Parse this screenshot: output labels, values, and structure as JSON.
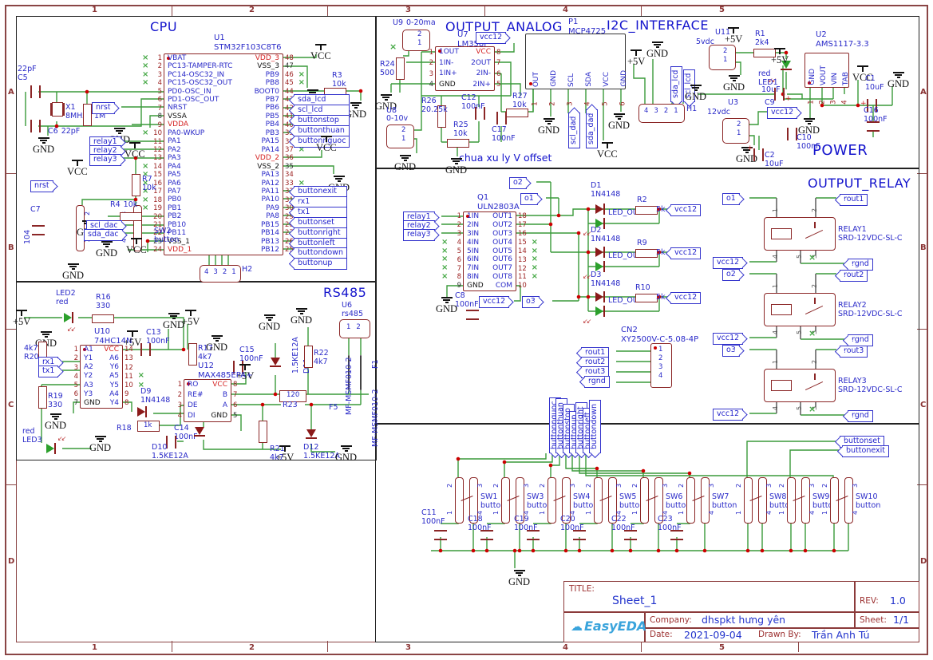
{
  "frame": {
    "cols": [
      "1",
      "2",
      "3",
      "4",
      "5"
    ],
    "rows": [
      "A",
      "B",
      "C",
      "D"
    ]
  },
  "power_labels": {
    "vcc": "VCC",
    "gnd": "GND",
    "p5v": "+5V"
  },
  "titles": {
    "cpu": "CPU",
    "rs485": "RS485",
    "analog": "OUTPUT_ANALOG",
    "i2c": "I2C_INTERFACE",
    "power": "POWER",
    "relay": "OUTPUT_RELAY",
    "note": "chua xu ly V offset"
  },
  "cpu": {
    "u1": {
      "ref": "U1",
      "part": "STM32F103C8T6",
      "left": [
        {
          "n": "1",
          "label": "VBAT",
          "nc": 1
        },
        {
          "n": "2",
          "label": "PC13-TAMPER-RTC",
          "nc": 1
        },
        {
          "n": "3",
          "label": "PC14-OSC32_IN",
          "nc": 1
        },
        {
          "n": "4",
          "label": "PC15-OSC32_OUT",
          "nc": 1
        },
        {
          "n": "5",
          "label": "PD0-OSC_IN"
        },
        {
          "n": "6",
          "label": "PD1-OSC_OUT"
        },
        {
          "n": "7",
          "label": "NRST"
        },
        {
          "n": "8",
          "label": "VSSA",
          "cls": "ck"
        },
        {
          "n": "9",
          "label": "VDDA",
          "cls": "cr"
        },
        {
          "n": "10",
          "label": "PA0-WKUP",
          "nc": 1
        },
        {
          "n": "11",
          "label": "PA1"
        },
        {
          "n": "12",
          "label": "PA2"
        },
        {
          "n": "13",
          "label": "PA3"
        },
        {
          "n": "14",
          "label": "PA4",
          "nc": 1
        },
        {
          "n": "15",
          "label": "PA5",
          "nc": 1
        },
        {
          "n": "16",
          "label": "PA6",
          "nc": 1
        },
        {
          "n": "17",
          "label": "PA7",
          "nc": 1
        },
        {
          "n": "18",
          "label": "PB0",
          "nc": 1
        },
        {
          "n": "19",
          "label": "PB1",
          "nc": 1
        },
        {
          "n": "20",
          "label": "PB2"
        },
        {
          "n": "21",
          "label": "PB10"
        },
        {
          "n": "22",
          "label": "PB11"
        },
        {
          "n": "23",
          "label": "VSS_1",
          "cls": "ck"
        },
        {
          "n": "24",
          "label": "VDD_1",
          "cls": "cr"
        }
      ],
      "right": [
        {
          "n": "48",
          "label": "VDD_3",
          "cls": "cr"
        },
        {
          "n": "47",
          "label": "VSS_3",
          "cls": "ck"
        },
        {
          "n": "46",
          "label": "PB9",
          "nc": 1
        },
        {
          "n": "45",
          "label": "PB8",
          "nc": 1
        },
        {
          "n": "44",
          "label": "BOOT0"
        },
        {
          "n": "43",
          "label": "PB7"
        },
        {
          "n": "42",
          "label": "PB6"
        },
        {
          "n": "41",
          "label": "PB5"
        },
        {
          "n": "40",
          "label": "PB4"
        },
        {
          "n": "39",
          "label": "PB3"
        },
        {
          "n": "38",
          "label": "PA15",
          "nc": 1
        },
        {
          "n": "37",
          "label": "PA14",
          "nc": 1
        },
        {
          "n": "36",
          "label": "VDD_2",
          "cls": "cr"
        },
        {
          "n": "35",
          "label": "VSS_2",
          "cls": "ck"
        },
        {
          "n": "34",
          "label": "PA13"
        },
        {
          "n": "33",
          "label": "PA12",
          "nc": 1
        },
        {
          "n": "32",
          "label": "PA11"
        },
        {
          "n": "31",
          "label": "PA10"
        },
        {
          "n": "30",
          "label": "PA9"
        },
        {
          "n": "29",
          "label": "PA8"
        },
        {
          "n": "28",
          "label": "PB15"
        },
        {
          "n": "27",
          "label": "PB14"
        },
        {
          "n": "26",
          "label": "PB13"
        },
        {
          "n": "25",
          "label": "PB12"
        }
      ]
    },
    "flags": {
      "nrst": "nrst",
      "nrst2": "nrst",
      "relay1": "relay1",
      "relay2": "relay2",
      "relay3": "relay3",
      "scl_dac": "scl_dac",
      "sda_dac": "sda_dac"
    },
    "right_flags_top": [
      "sda_lcd",
      "scl_lcd",
      "buttonstop",
      "buttonthuan",
      "buttonnguoc"
    ],
    "right_flags_bottom": [
      "buttonexit",
      "rx1",
      "tx1",
      "buttonset",
      "buttonright",
      "buttonleft",
      "buttondown",
      "buttonup"
    ],
    "c5": {
      "ref": "C5",
      "val": "22pF"
    },
    "c6": {
      "ref": "C6",
      "val": "22pF"
    },
    "x1": {
      "ref": "X1",
      "val": "8MHz"
    },
    "r8": {
      "ref": "R8",
      "val": "1M"
    },
    "r7": {
      "ref": "R7",
      "val": "10k"
    },
    "c7": {
      "ref": "C7",
      "val": "104"
    },
    "sw2": {
      "ref": "SW2",
      "val": "button"
    },
    "r4": {
      "ref": "R4",
      "val": "10k"
    },
    "r3": {
      "ref": "R3",
      "val": "10k"
    },
    "h2": {
      "ref": "H2",
      "pins": [
        "4",
        "3",
        "2",
        "1"
      ]
    }
  },
  "rs485": {
    "u10": {
      "ref": "U10",
      "part": "74HC14N",
      "left": [
        {
          "n": "1",
          "label": "A1"
        },
        {
          "n": "2",
          "label": "Y1"
        },
        {
          "n": "3",
          "label": "A2"
        },
        {
          "n": "4",
          "label": "Y2"
        },
        {
          "n": "5",
          "label": "A3"
        },
        {
          "n": "6",
          "label": "Y3"
        },
        {
          "n": "7",
          "label": "GND",
          "cls": "ck"
        }
      ],
      "right": [
        {
          "n": "14",
          "label": "VCC",
          "cls": "cr"
        },
        {
          "n": "13",
          "label": "A6"
        },
        {
          "n": "12",
          "label": "Y6"
        },
        {
          "n": "11",
          "label": "A5",
          "nc": 1
        },
        {
          "n": "10",
          "label": "Y5",
          "nc": 1
        },
        {
          "n": "9",
          "label": "A4"
        },
        {
          "n": "8",
          "label": "Y4"
        }
      ]
    },
    "u12": {
      "ref": "U12",
      "part": "MAX485EPA+",
      "left": [
        {
          "n": "1",
          "label": "RO"
        },
        {
          "n": "2",
          "label": "RE#"
        },
        {
          "n": "3",
          "label": "DE"
        },
        {
          "n": "4",
          "label": "DI"
        }
      ],
      "right": [
        {
          "n": "8",
          "label": "VCC",
          "cls": "cr"
        },
        {
          "n": "7",
          "label": "B"
        },
        {
          "n": "6",
          "label": "A"
        },
        {
          "n": "5",
          "label": "GND",
          "cls": "ck"
        }
      ]
    },
    "led2": {
      "ref": "LED2",
      "val": "red"
    },
    "led3": {
      "ref": "LED3",
      "val": "red"
    },
    "r16": {
      "ref": "R16",
      "val": "330"
    },
    "r19": {
      "ref": "R19",
      "val": "330"
    },
    "r20": {
      "ref": "R20",
      "val": "4k7"
    },
    "r17": {
      "ref": "R17",
      "val": "4k7"
    },
    "c13": {
      "ref": "C13",
      "val": "100nF"
    },
    "c15": {
      "ref": "C15",
      "val": "100nF"
    },
    "c14": {
      "ref": "C14",
      "val": "100nF"
    },
    "d9": {
      "ref": "D9",
      "val": "1N4148"
    },
    "r18": {
      "ref": "R18",
      "val": "1k"
    },
    "d10": {
      "ref": "D10",
      "val": "1.5KE12A"
    },
    "d11": {
      "ref": "D11",
      "val": "1.5KE12A"
    },
    "d12": {
      "ref": "D12",
      "val": "1.5KE12A"
    },
    "r21": {
      "ref": "R21",
      "val": "4k7"
    },
    "r22": {
      "ref": "R22",
      "val": "4k7"
    },
    "r23": {
      "ref": "R23",
      "val": "120"
    },
    "f1": {
      "ref": "F1",
      "val": "MF-MSMF010-2"
    },
    "f5": {
      "ref": "F5",
      "val": "MF-MSMF010-2"
    },
    "u6": {
      "ref": "U6",
      "val": "rs485",
      "pins": [
        "1",
        "2"
      ]
    },
    "flags": {
      "rx1": "rx1",
      "tx1": "tx1"
    }
  },
  "analog": {
    "u9": {
      "ref": "U9",
      "val": "0-20ma",
      "pins": [
        "2",
        "1"
      ]
    },
    "u8": {
      "ref": "U8",
      "val": "0-10v",
      "pins": [
        "2",
        "1"
      ]
    },
    "r24": {
      "ref": "R24",
      "val": "500"
    },
    "u7": {
      "ref": "U7",
      "part": "LM358P",
      "left": [
        {
          "n": "1",
          "label": "1OUT"
        },
        {
          "n": "2",
          "label": "1IN-"
        },
        {
          "n": "3",
          "label": "1IN+"
        },
        {
          "n": "4",
          "label": "GND",
          "cls": "ck"
        }
      ],
      "right": [
        {
          "n": "8",
          "label": "VCC",
          "cls": "cr"
        },
        {
          "n": "7",
          "label": "2OUT"
        },
        {
          "n": "6",
          "label": "2IN-"
        },
        {
          "n": "5",
          "label": "2IN+"
        }
      ]
    },
    "r26": {
      "ref": "R26",
      "val": "20.25k"
    },
    "r25": {
      "ref": "R25",
      "val": "10k"
    },
    "r27": {
      "ref": "R27",
      "val": "10k"
    },
    "c12": {
      "ref": "C12",
      "val": "100nF"
    },
    "c17": {
      "ref": "C17",
      "val": "100nF"
    },
    "vcc12": "vcc12"
  },
  "i2c": {
    "p1": {
      "ref": "P1",
      "part": "MCP4725",
      "pins": [
        {
          "n": "1",
          "label": "OUT"
        },
        {
          "n": "2",
          "label": "GND"
        },
        {
          "n": "3",
          "label": "SCL"
        },
        {
          "n": "4",
          "label": "SDA"
        },
        {
          "n": "5",
          "label": "VCC"
        },
        {
          "n": "6",
          "label": "GND"
        }
      ]
    },
    "flags": {
      "scl_dad": "scl_dad",
      "sda_dad": "sda_dad",
      "sda_lcd": "sda_lcd",
      "scl_lcd": "scl_lcd"
    },
    "h1": {
      "ref": "H1",
      "pins": [
        "4",
        "3",
        "2",
        "1"
      ]
    }
  },
  "power": {
    "u11": {
      "ref": "U11",
      "val": "5vdc",
      "pins": [
        "2",
        "1"
      ]
    },
    "u3": {
      "ref": "U3",
      "val": "12vdc",
      "pins": [
        "2",
        "1"
      ]
    },
    "r1": {
      "ref": "R1",
      "val": "2k4"
    },
    "led1": {
      "ref": "LED1",
      "val": "red"
    },
    "c9": {
      "ref": "C9",
      "val": "10uF"
    },
    "c1": {
      "ref": "C1",
      "val": "10uF"
    },
    "c2": {
      "ref": "C2",
      "val": "10uF"
    },
    "c16": {
      "ref": "C16",
      "val": "100nF"
    },
    "c10": {
      "ref": "C10",
      "val": "100nF"
    },
    "u2": {
      "ref": "U2",
      "part": "AMS1117-3.3",
      "pins": [
        {
          "n": "1",
          "label": "GND"
        },
        {
          "n": "2",
          "label": "VOUT"
        },
        {
          "n": "3",
          "label": "VIN"
        },
        {
          "n": "4",
          "label": "TAB"
        }
      ]
    },
    "vcc12": "vcc12"
  },
  "relay": {
    "q1": {
      "ref": "Q1",
      "part": "ULN2803A",
      "left": [
        {
          "n": "1",
          "label": "1IN"
        },
        {
          "n": "2",
          "label": "2IN"
        },
        {
          "n": "3",
          "label": "3IN"
        },
        {
          "n": "4",
          "label": "4IN",
          "nc": 1
        },
        {
          "n": "5",
          "label": "5IN",
          "nc": 1
        },
        {
          "n": "6",
          "label": "6IN",
          "nc": 1
        },
        {
          "n": "7",
          "label": "7IN",
          "nc": 1
        },
        {
          "n": "8",
          "label": "8IN",
          "nc": 1
        },
        {
          "n": "9",
          "label": "GND",
          "cls": "ck"
        }
      ],
      "right": [
        {
          "n": "18",
          "label": "OUT1"
        },
        {
          "n": "17",
          "label": "OUT2"
        },
        {
          "n": "16",
          "label": "OUT3"
        },
        {
          "n": "15",
          "label": "OUT4",
          "nc": 1
        },
        {
          "n": "14",
          "label": "OUT5",
          "nc": 1
        },
        {
          "n": "13",
          "label": "OUT6",
          "nc": 1
        },
        {
          "n": "12",
          "label": "OUT7",
          "nc": 1
        },
        {
          "n": "11",
          "label": "OUT8",
          "nc": 1
        },
        {
          "n": "10",
          "label": "COM"
        }
      ]
    },
    "c8": {
      "ref": "C8",
      "val": "100nF"
    },
    "d1": {
      "ref": "D1",
      "val": "1N4148"
    },
    "d2": {
      "ref": "D2",
      "val": "1N4148"
    },
    "d3": {
      "ref": "D3",
      "val": "1N4148"
    },
    "ledout1": "LED_OUT1",
    "ledout2": "LED_OUT2",
    "ledout3": "LED_OUT3",
    "r2": {
      "ref": "R2",
      "val": "5k"
    },
    "r9": {
      "ref": "R9",
      "val": "5k"
    },
    "r10": {
      "ref": "R10",
      "val": "5k"
    },
    "cn2": {
      "ref": "CN2",
      "part": "XY2500V-C-5.08-4P",
      "pins": [
        "1",
        "2",
        "3",
        "4"
      ]
    },
    "relays": [
      {
        "ref": "RELAY1",
        "part": "SRD-12VDC-SL-C"
      },
      {
        "ref": "RELAY2",
        "part": "SRD-12VDC-SL-C"
      },
      {
        "ref": "RELAY3",
        "part": "SRD-12VDC-SL-C"
      }
    ],
    "pin_t1": "1",
    "pin_t2": "2",
    "pin_b1": "4",
    "pin_b2": "5",
    "pin_b3": "3",
    "flags": {
      "o1": "o1",
      "o2": "o2",
      "o3": "o3",
      "vcc12": "vcc12",
      "rout1": "rout1",
      "rout2": "rout2",
      "rout3": "rout3",
      "rgnd": "rgnd"
    }
  },
  "buttons": {
    "pin_t1": "2",
    "pin_t2": "3",
    "pin_b1": "1",
    "pin_b2": "4",
    "switches": [
      {
        "ref": "SW1",
        "val": "button"
      },
      {
        "ref": "SW3",
        "val": "button"
      },
      {
        "ref": "SW4",
        "val": "button"
      },
      {
        "ref": "SW5",
        "val": "button"
      },
      {
        "ref": "SW6",
        "val": "button"
      },
      {
        "ref": "SW7",
        "val": "button"
      },
      {
        "ref": "SW8",
        "val": "button"
      },
      {
        "ref": "SW9",
        "val": "button"
      },
      {
        "ref": "SW10",
        "val": "button"
      }
    ],
    "caps": [
      {
        "ref": "C11",
        "val": "100nF"
      },
      {
        "ref": "C18",
        "val": "100nF"
      },
      {
        "ref": "C19",
        "val": "100nF"
      },
      {
        "ref": "C20",
        "val": "100nF"
      },
      {
        "ref": "C22",
        "val": "100nF"
      },
      {
        "ref": "C23",
        "val": "100nF"
      }
    ],
    "vflags": [
      "buttonnguoc",
      "buttonthuan",
      "buttonstop",
      "buttonup",
      "buttonright",
      "buttonleft",
      "buttondown"
    ],
    "rflags": [
      "buttonset",
      "buttonexit"
    ]
  },
  "titleblock": {
    "title_label": "TITLE:",
    "title": "Sheet_1",
    "rev_label": "REV:",
    "rev": "1.0",
    "company_label": "Company:",
    "company": "dhspkt hưng yên",
    "sheet_label": "Sheet:",
    "sheet": "1/1",
    "date_label": "Date:",
    "date": "2021-09-04",
    "drawn_label": "Drawn By:",
    "drawn": "Trần Anh Tú",
    "logo": "EasyEDA"
  }
}
